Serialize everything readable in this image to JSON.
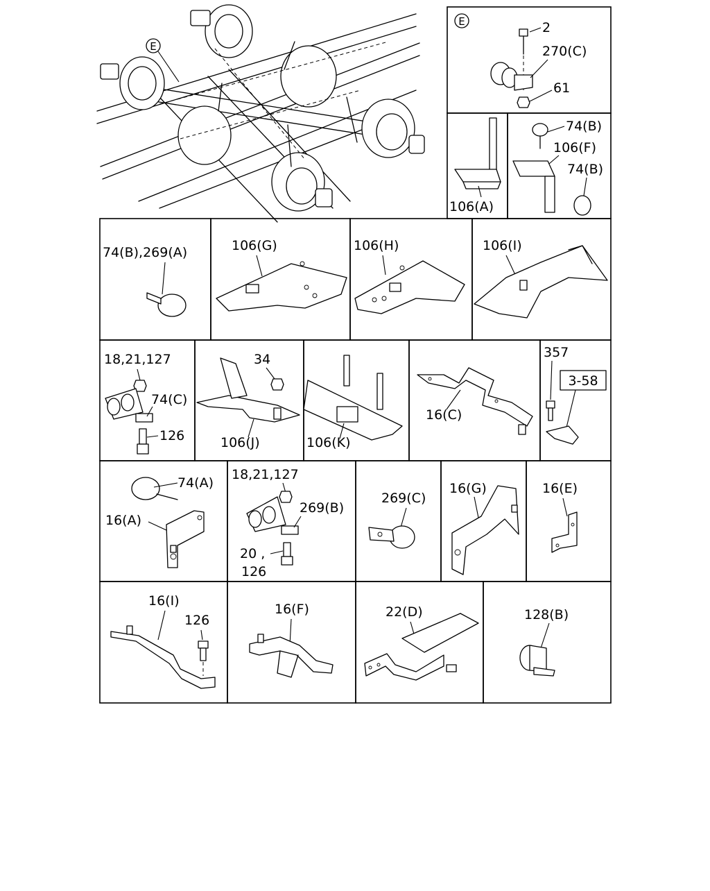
{
  "labels": {
    "callout_E_main": "E",
    "callout_E_panel": "E",
    "e_2": "2",
    "e_270c": "270(C)",
    "e_61": "61",
    "p106a": "106(A)",
    "p74b_top": "74(B)",
    "p106f": "106(F)",
    "p74b_bottom": "74(B)",
    "p74b_269a": "74(B),269(A)",
    "p106g": "106(G)",
    "p106h": "106(H)",
    "p106i": "106(I)",
    "r3_18_21_127": "18,21,127",
    "r3_74c": "74(C)",
    "r3_126": "126",
    "r3_34": "34",
    "r3_106j": "106(J)",
    "r3_106k": "106(K)",
    "r3_16c": "16(C)",
    "r3_357": "357",
    "r3_3_58": "3-58",
    "r4_74a": "74(A)",
    "r4_16a": "16(A)",
    "r4_18_21_127": "18,21,127",
    "r4_269b": "269(B)",
    "r4_20": "20 ,",
    "r4_126": "126",
    "r4_269c": "269(C)",
    "r4_16g": "16(G)",
    "r4_16e": "16(E)",
    "r5_16i": "16(I)",
    "r5_126": "126",
    "r5_16f": "16(F)",
    "r5_22d": "22(D)",
    "r5_128b": "128(B)"
  }
}
